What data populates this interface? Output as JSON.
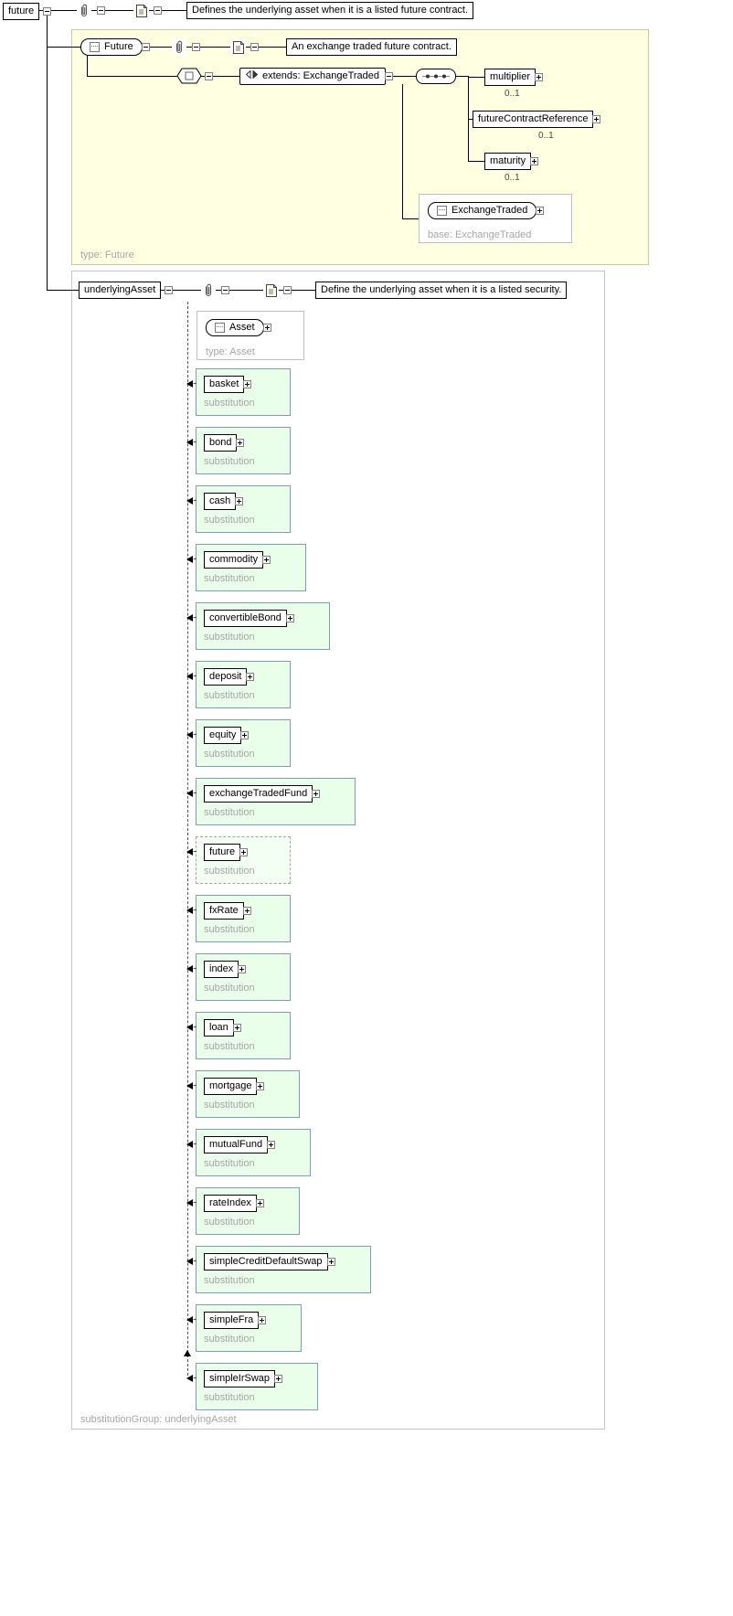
{
  "root": {
    "element": "future",
    "doc": "Defines the underlying asset when it is a listed future contract."
  },
  "future_type": {
    "label": "Future",
    "doc": "An exchange traded future contract.",
    "extends_label": "extends: ExchangeTraded",
    "children": [
      {
        "name": "multiplier",
        "occurs": "0..1"
      },
      {
        "name": "futureContractReference",
        "occurs": "0..1"
      },
      {
        "name": "maturity",
        "occurs": "0..1"
      }
    ],
    "base_box": {
      "label": "ExchangeTraded",
      "base": "base: ExchangeTraded"
    },
    "type_label": "type: Future"
  },
  "underlying": {
    "element": "underlyingAsset",
    "doc": "Define the underlying asset when it is a listed security.",
    "asset_box": {
      "label": "Asset",
      "type_label": "type: Asset"
    },
    "substitution_label": "substitution",
    "group_label": "substitutionGroup: underlyingAsset",
    "substitutions": [
      {
        "name": "basket"
      },
      {
        "name": "bond"
      },
      {
        "name": "cash"
      },
      {
        "name": "commodity"
      },
      {
        "name": "convertibleBond"
      },
      {
        "name": "deposit"
      },
      {
        "name": "equity"
      },
      {
        "name": "exchangeTradedFund"
      },
      {
        "name": "future",
        "current": true
      },
      {
        "name": "fxRate"
      },
      {
        "name": "index"
      },
      {
        "name": "loan"
      },
      {
        "name": "mortgage"
      },
      {
        "name": "mutualFund"
      },
      {
        "name": "rateIndex"
      },
      {
        "name": "simpleCreditDefaultSwap"
      },
      {
        "name": "simpleFra"
      },
      {
        "name": "simpleIrSwap"
      }
    ]
  },
  "colors": {
    "type_area_fill": "#FFFFE1",
    "substitution_fill": "#E9FFE9",
    "substitution_border": "#7F9DB9"
  }
}
